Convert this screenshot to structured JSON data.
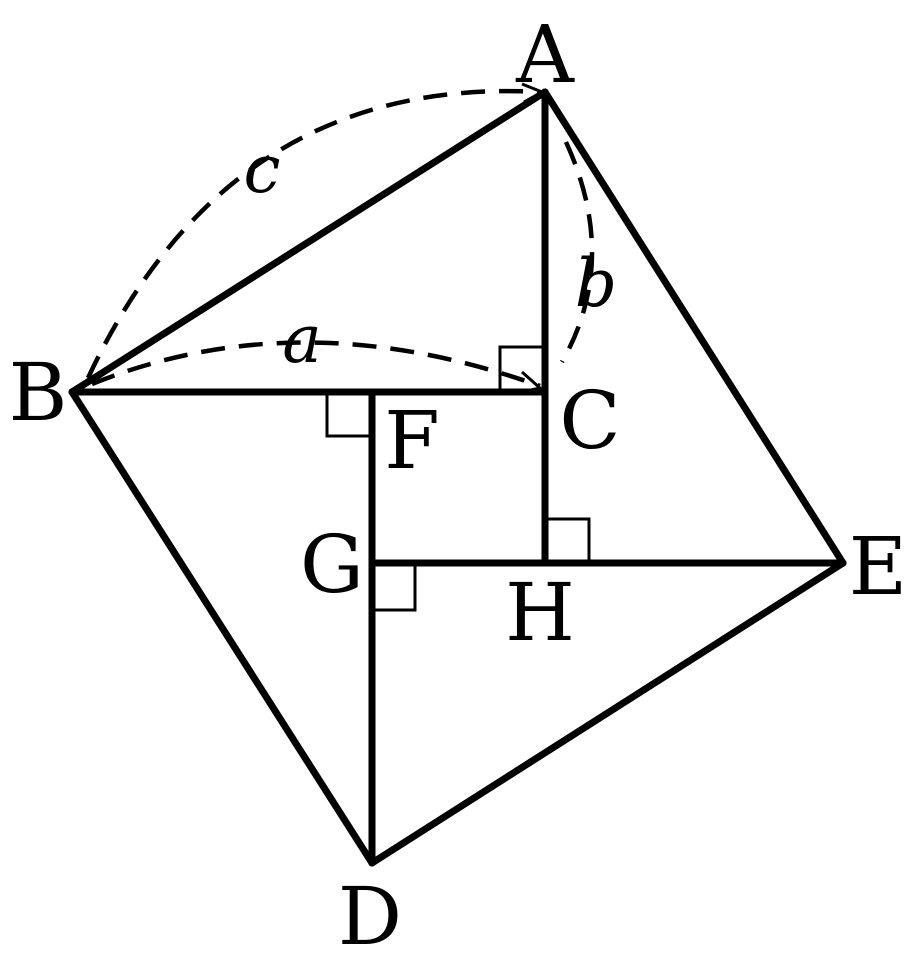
{
  "points": {
    "A": "A",
    "B": "B",
    "C": "C",
    "D": "D",
    "E": "E",
    "F": "F",
    "G": "G",
    "H": "H"
  },
  "lengths": {
    "a": "a",
    "b": "b",
    "c": "c"
  }
}
